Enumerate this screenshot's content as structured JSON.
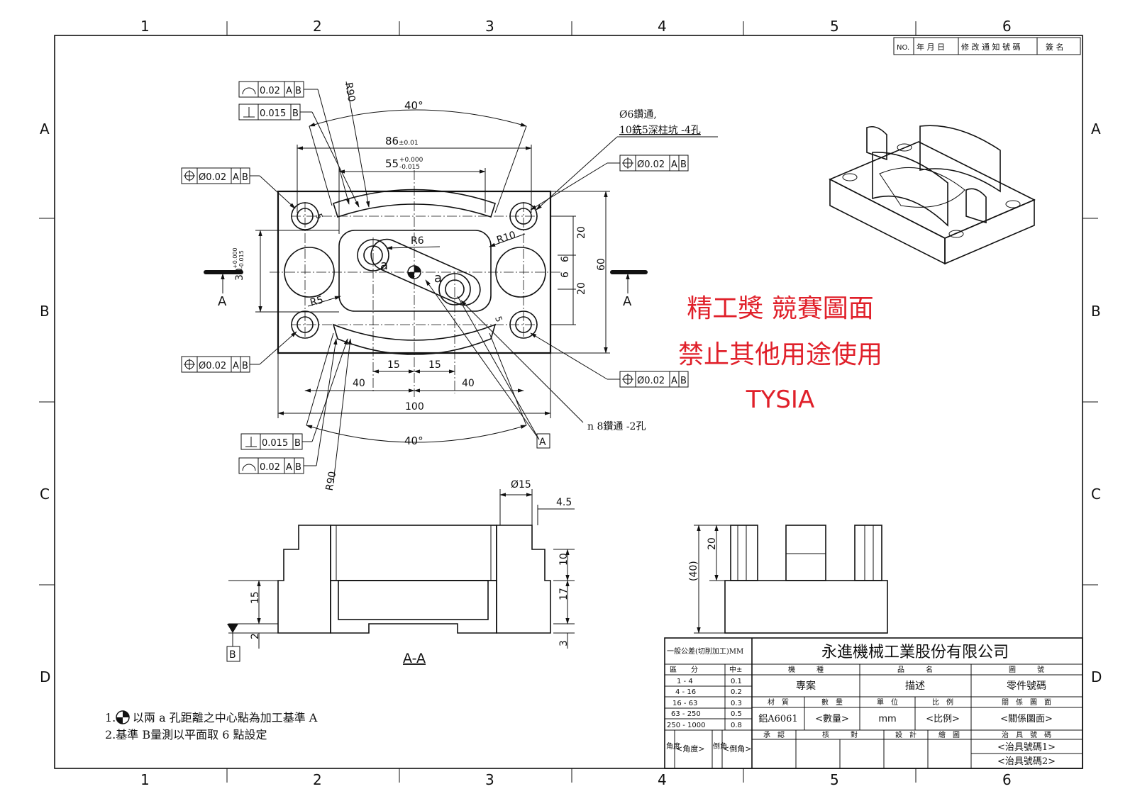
{
  "border": {
    "columns": [
      "1",
      "2",
      "3",
      "4",
      "5",
      "6"
    ],
    "rows": [
      "A",
      "B",
      "C",
      "D"
    ]
  },
  "revision_table": {
    "headers": [
      "NO.",
      "年 月 日",
      "修 改 通 知 號 碼",
      "簽 名"
    ]
  },
  "plan_view": {
    "angle_top": "40°",
    "angle_bottom": "40°",
    "r90_top": "R90",
    "r90_bottom": "R90",
    "dim_86": "86",
    "dim_86_tol": "±0.01",
    "dim_55": "55",
    "dim_55_tol_upper": "+0.000",
    "dim_55_tol_lower": "-0.015",
    "dim_30": "30",
    "dim_30_tol_upper": "+0.000",
    "dim_30_tol_lower": "-0.015",
    "r6": "R6",
    "r10": "R10",
    "r5": "R5",
    "slot_5_left": "5",
    "slot_5_right": "5",
    "hole_a_left": "a",
    "hole_a_right": "a",
    "dim_20_top": "20",
    "dim_6_top": "6",
    "dim_6_bottom": "6",
    "dim_20_bottom": "20",
    "dim_60": "60",
    "dim_15_left": "15",
    "dim_15_right": "15",
    "dim_40_left": "40",
    "dim_40_right": "40",
    "dim_100": "100",
    "section_mark_left": "A",
    "section_mark_right": "A",
    "hole_note_line1": "Ø6鑽通,",
    "hole_note_line2": "10銑5深柱坑 -4孔",
    "bottom_hole_note": "n 8鑽通 -2孔",
    "datum_a": "A"
  },
  "fcf": {
    "profile_top": {
      "value": "0.02",
      "datum1": "A",
      "datum2": "B"
    },
    "perp_top": {
      "value": "0.015",
      "datum1": "B"
    },
    "pos_left_top": {
      "value": "Ø0.02",
      "datum1": "A",
      "datum2": "B"
    },
    "pos_right_top": {
      "value": "Ø0.02",
      "datum1": "A",
      "datum2": "B"
    },
    "pos_left_bottom": {
      "value": "Ø0.02",
      "datum1": "A",
      "datum2": "B"
    },
    "pos_right_bottom": {
      "value": "Ø0.02",
      "datum1": "A",
      "datum2": "B"
    },
    "perp_bottom": {
      "value": "0.015",
      "datum1": "B"
    },
    "profile_bottom": {
      "value": "0.02",
      "datum1": "A",
      "datum2": "B"
    }
  },
  "section_view": {
    "label": "A-A",
    "dim_d15": "Ø15",
    "dim_45": "4.5",
    "dim_10": "10",
    "dim_17": "17",
    "dim_3": "3",
    "dim_15": "15",
    "dim_2": "2",
    "datum_b": "B"
  },
  "side_view": {
    "dim_20": "20",
    "dim_40": "(40)"
  },
  "watermark": {
    "line1": "精工獎 競賽圖面",
    "line2": "禁止其他用途使用",
    "line3": "TYSIA"
  },
  "notes": {
    "line1": "以兩 a 孔距離之中心點為加工基準 A",
    "line1_prefix": "1.",
    "line2": "2.基準 B量測以平面取 6 點設定"
  },
  "title_block": {
    "tolerance_title": "一般公差(切削加工)MM",
    "range_header": "區　　分",
    "tol_header": "中±",
    "ranges": [
      {
        "range": "1  -  4",
        "tol": "0.1"
      },
      {
        "range": "4  -  16",
        "tol": "0.2"
      },
      {
        "range": "16  -  63",
        "tol": "0.3"
      },
      {
        "range": "63  -  250",
        "tol": "0.5"
      },
      {
        "range": "250  -  1000",
        "tol": "0.8"
      }
    ],
    "angle_label": "角度",
    "angle_value": "<角度>",
    "chamfer_label": "倒角",
    "chamfer_value": "<倒角>",
    "company": "永進機械工業股份有限公司",
    "col_machine": "機　　　種",
    "col_name": "品　　　名",
    "col_drawing_no": "圖　　　號",
    "val_machine": "專案",
    "val_name": "描述",
    "val_drawing_no": "零件號碼",
    "col_material": "材　質",
    "col_qty": "數　量",
    "col_unit": "單　位",
    "col_scale": "比　例",
    "col_related": "關　係　圖　面",
    "val_material": "鋁A6061",
    "val_qty": "<數量>",
    "val_unit": "mm",
    "val_scale": "<比例>",
    "val_related": "<關係圖面>",
    "col_approve": "承　認",
    "col_check": "核　　　對",
    "col_design": "設　計",
    "col_draw": "繪　圖",
    "col_fixture": "治　具　號　碼",
    "val_fixture1": "<治具號碼1>",
    "val_fixture2": "<治具號碼2>"
  }
}
